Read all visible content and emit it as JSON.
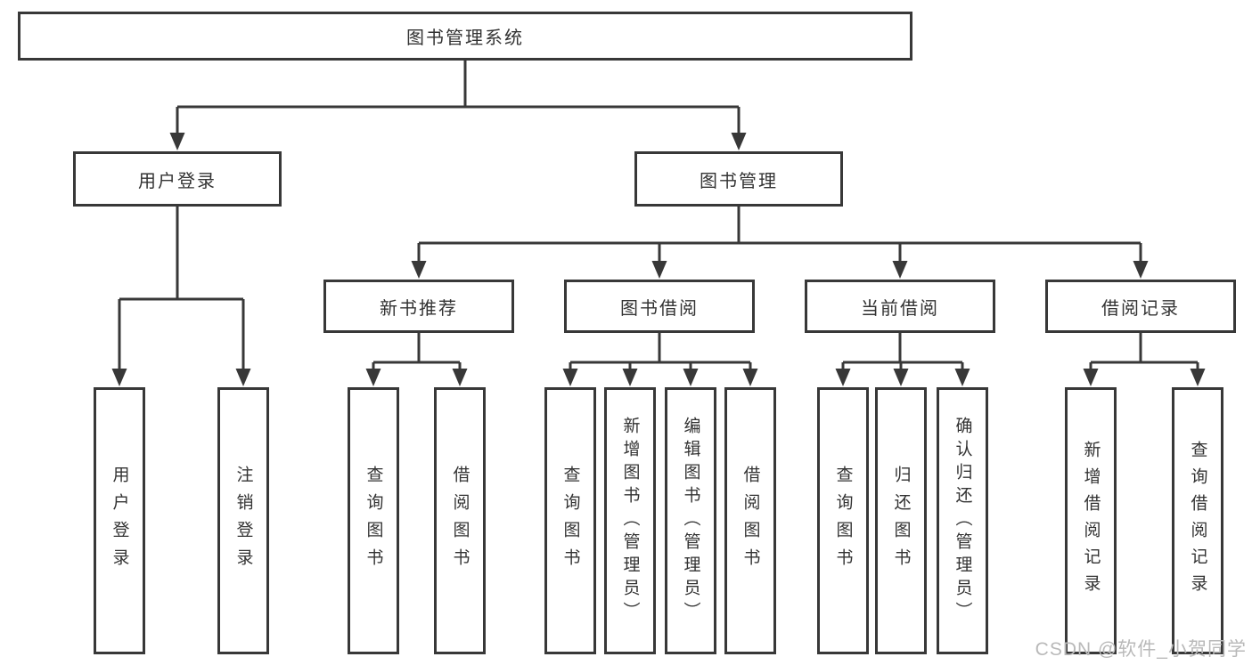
{
  "diagram": {
    "root": {
      "label": "图书管理系统"
    },
    "branches": [
      {
        "label": "用户登录",
        "children": [
          {
            "label": "用户登录"
          },
          {
            "label": "注销登录"
          }
        ]
      },
      {
        "label": "图书管理",
        "children": [
          {
            "label": "新书推荐",
            "children": [
              {
                "label": "查询图书"
              },
              {
                "label": "借阅图书"
              }
            ]
          },
          {
            "label": "图书借阅",
            "children": [
              {
                "label": "查询图书"
              },
              {
                "label": "新增图书（管理员）"
              },
              {
                "label": "编辑图书（管理员）"
              },
              {
                "label": "借阅图书"
              }
            ]
          },
          {
            "label": "当前借阅",
            "children": [
              {
                "label": "查询图书"
              },
              {
                "label": "归还图书"
              },
              {
                "label": "确认归还（管理员）"
              }
            ]
          },
          {
            "label": "借阅记录",
            "children": [
              {
                "label": "新增借阅记录"
              },
              {
                "label": "查询借阅记录"
              }
            ]
          }
        ]
      }
    ]
  },
  "colors": {
    "line": "#383838",
    "text": "#333333",
    "watermark": "#b9b9b9"
  },
  "watermark": {
    "text": "CSDN @软件_小贺同学"
  }
}
